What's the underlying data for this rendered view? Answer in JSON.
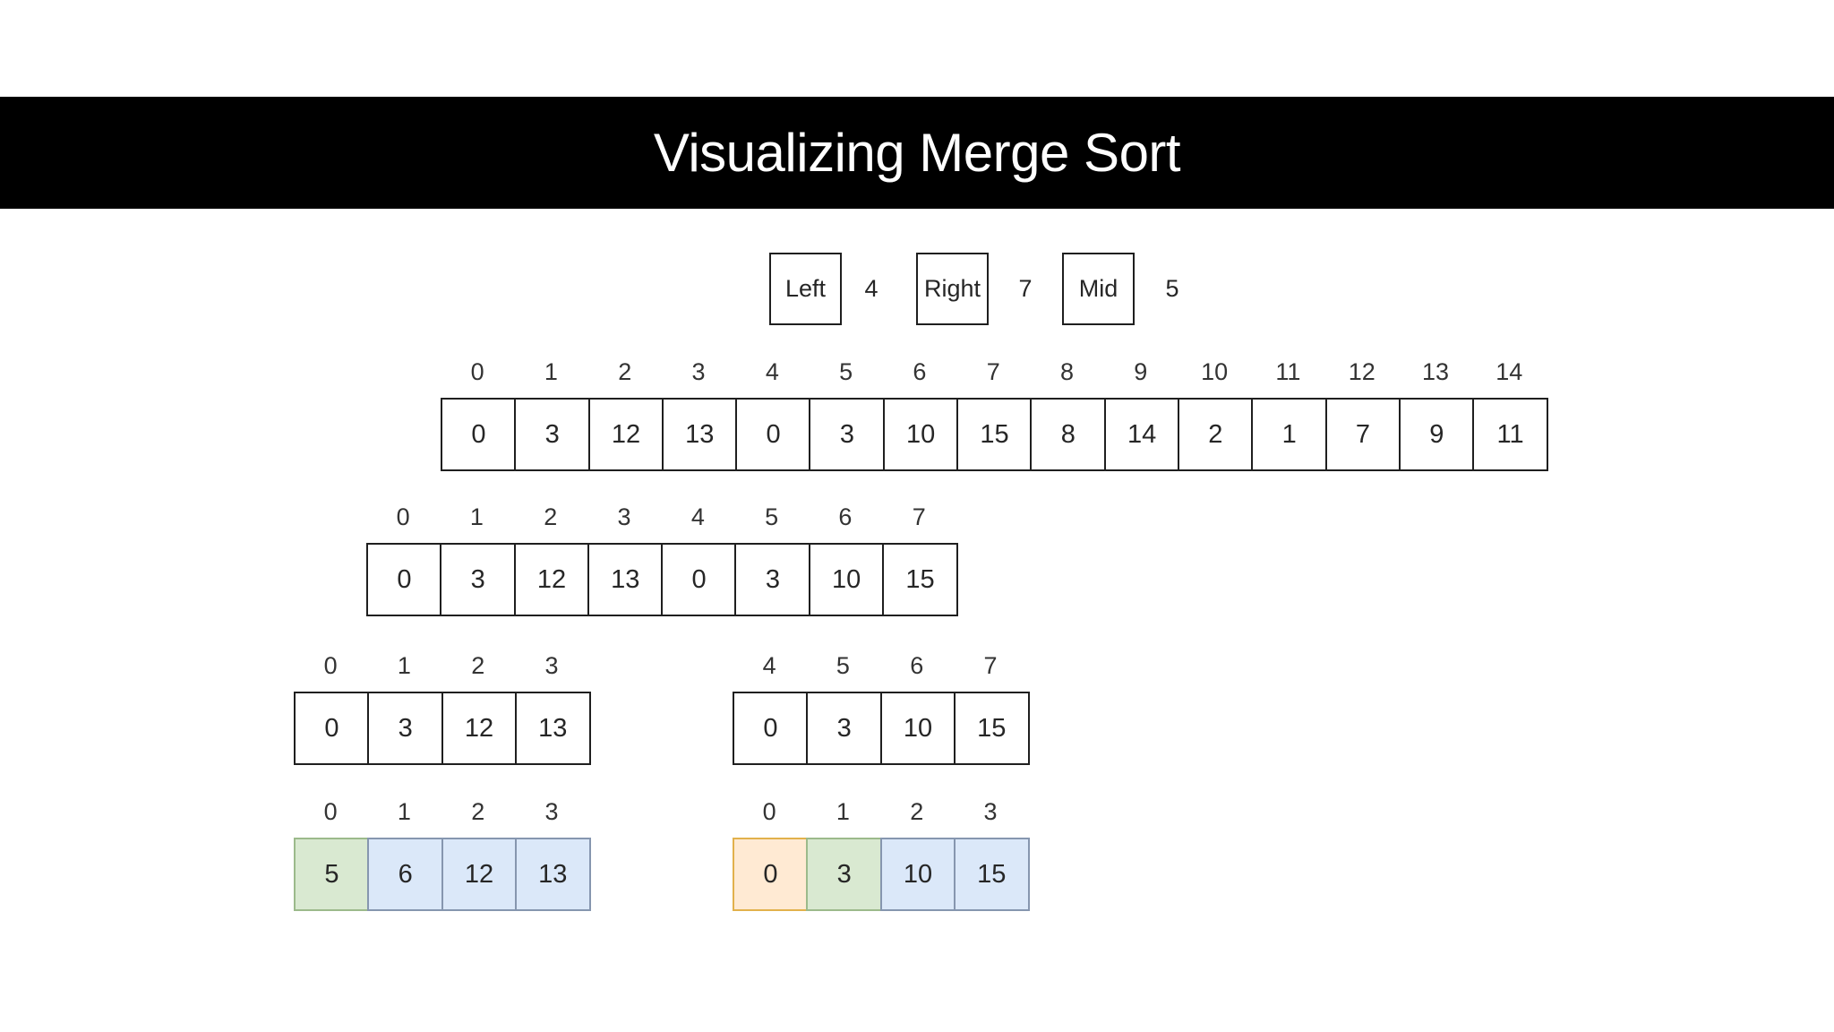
{
  "title": "Visualizing Merge Sort",
  "colors": {
    "banner_bg": "#000000",
    "banner_text": "#ffffff",
    "cell_border": "#1f1f1f",
    "cell_text": "#262626",
    "green_fill": "#d9e9d1",
    "green_border": "#9cba8b",
    "blue_fill": "#dbe8f9",
    "blue_border": "#8696af",
    "orange_fill": "#ffead3",
    "orange_border": "#e2b14c"
  },
  "legend": [
    {
      "label": "Left",
      "value": "4"
    },
    {
      "label": "Right",
      "value": "7"
    },
    {
      "label": "Mid",
      "value": "5"
    }
  ],
  "arrays": [
    {
      "name": "full-array",
      "indices": [
        0,
        1,
        2,
        3,
        4,
        5,
        6,
        7,
        8,
        9,
        10,
        11,
        12,
        13,
        14
      ],
      "values": [
        0,
        3,
        12,
        13,
        0,
        3,
        10,
        15,
        8,
        14,
        2,
        1,
        7,
        9,
        11
      ]
    },
    {
      "name": "left-half",
      "indices": [
        0,
        1,
        2,
        3,
        4,
        5,
        6,
        7
      ],
      "values": [
        0,
        3,
        12,
        13,
        0,
        3,
        10,
        15
      ]
    },
    {
      "name": "left-quarter",
      "indices": [
        0,
        1,
        2,
        3
      ],
      "values": [
        0,
        3,
        12,
        13
      ]
    },
    {
      "name": "right-quarter",
      "indices": [
        4,
        5,
        6,
        7
      ],
      "values": [
        0,
        3,
        10,
        15
      ]
    },
    {
      "name": "left-merged",
      "indices": [
        0,
        1,
        2,
        3
      ],
      "values": [
        5,
        6,
        12,
        13
      ],
      "fills": [
        "green",
        "blue",
        "blue",
        "blue"
      ]
    },
    {
      "name": "right-merged",
      "indices": [
        0,
        1,
        2,
        3
      ],
      "values": [
        0,
        3,
        10,
        15
      ],
      "fills": [
        "orange",
        "green",
        "blue",
        "blue"
      ]
    }
  ]
}
